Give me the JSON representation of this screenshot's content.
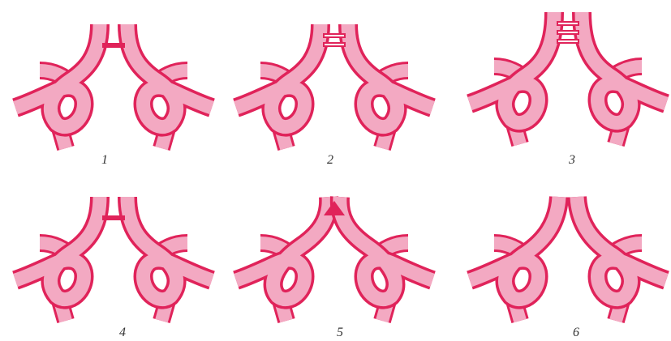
{
  "colors": {
    "wall": "#e0235a",
    "lumen": "#f3a9c2",
    "background": "#ffffff",
    "label": "#333333"
  },
  "diagram": {
    "panels": [
      {
        "label": "1",
        "variant": "single-bridge"
      },
      {
        "label": "2",
        "variant": "double-bridge"
      },
      {
        "label": "3",
        "variant": "triple-bridge"
      },
      {
        "label": "4",
        "variant": "single-bridge-lower"
      },
      {
        "label": "5",
        "variant": "fused-apex"
      },
      {
        "label": "6",
        "variant": "separated"
      }
    ]
  }
}
